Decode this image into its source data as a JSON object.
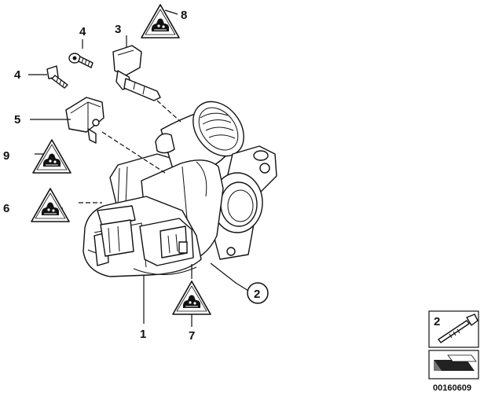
{
  "callouts": {
    "c1": "1",
    "c2": "2",
    "c3": "3",
    "c4a": "4",
    "c4b": "4",
    "c5": "5",
    "c6": "6",
    "c7": "7",
    "c8": "8",
    "c9": "9",
    "legend_2": "2"
  },
  "document_id": "00160609",
  "icons": {
    "warning": "hand-caution-triangle-icon",
    "bolt": "bolt-icon",
    "arrow": "direction-arrow-icon"
  }
}
